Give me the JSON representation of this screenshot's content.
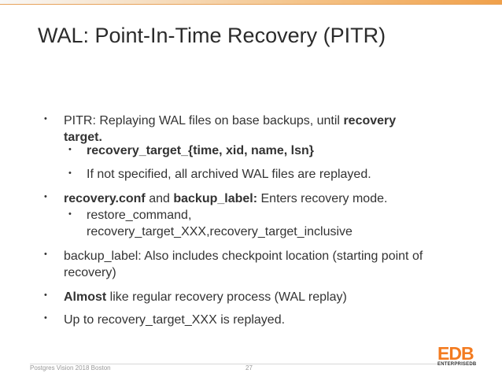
{
  "slide": {
    "title": "WAL: Point-In-Time Recovery (PITR)",
    "bullets": [
      {
        "plain": "PITR: Replaying WAL files on base backups, until ",
        "bold": "recovery",
        "line2": "target."
      },
      {
        "bold": "recovery_target_{time, xid, name, lsn}"
      },
      {
        "plain": "If not specified, all archived WAL files are replayed."
      },
      {
        "bold1": "recovery.conf",
        "plain1": " and ",
        "bold2": "backup_label:",
        "plain2": " Enters recovery mode."
      },
      {
        "line1": "restore_command,",
        "line2": "recovery_target_XXX,recovery_target_inclusive"
      },
      {
        "line1": "backup_label: Also includes checkpoint location (starting point of",
        "line2": "recovery)"
      },
      {
        "bold": "Almost",
        "plain": " like regular recovery process (WAL replay)"
      },
      {
        "plain": "Up to recovery_target_XXX is replayed."
      }
    ]
  },
  "footer": {
    "event": "Postgres Vision 2018 Boston",
    "page_number": "27"
  },
  "logo": {
    "letters": "EDB",
    "subtitle": "ENTERPRISEDB",
    "brand_color": "#f37b20"
  }
}
